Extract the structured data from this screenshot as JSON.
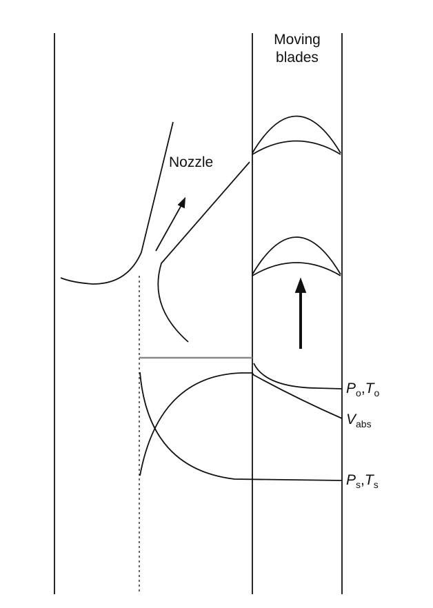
{
  "labels": {
    "moving_blades": [
      "Moving",
      "blades"
    ],
    "nozzle": "Nozzle",
    "p_o": {
      "main": "P",
      "sub": "o"
    },
    "t_o": {
      "main": "T",
      "sub": "o"
    },
    "v_abs": {
      "main": "V",
      "sub": "abs"
    },
    "p_s": {
      "main": "P",
      "sub": "s"
    },
    "t_s": {
      "main": "T",
      "sub": "s"
    },
    "separator": ","
  }
}
